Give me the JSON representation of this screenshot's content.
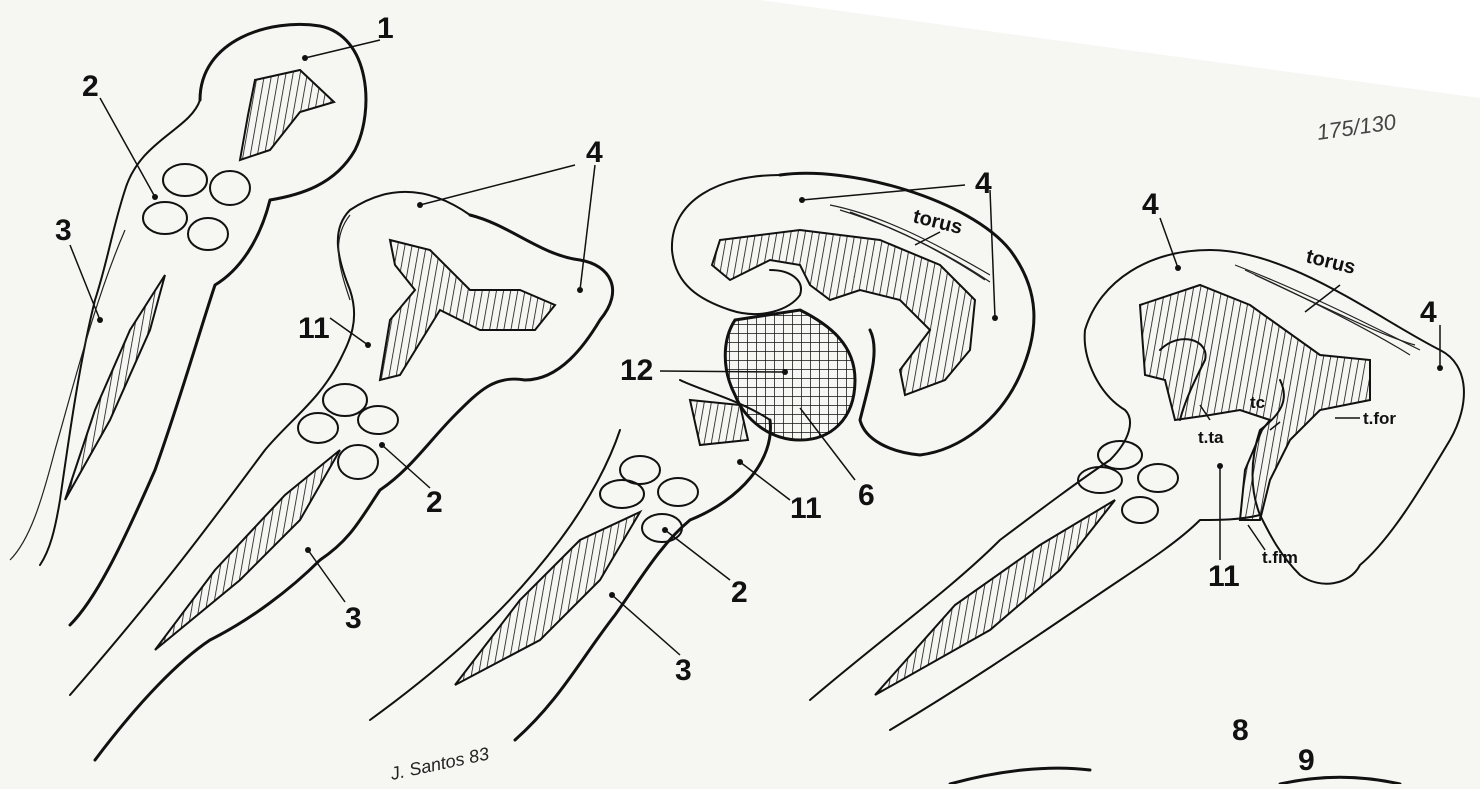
{
  "labels": {
    "n1": "1",
    "n2": "2",
    "n3": "3",
    "n4": "4",
    "n6": "6",
    "n8": "8",
    "n9": "9",
    "n11": "11",
    "n12": "12",
    "torus": "torus",
    "tc": "tc",
    "t_ta": "t.ta",
    "t_for": "t.for",
    "t_fim": "t.fim"
  },
  "annotations": {
    "corner_ref": "175/130",
    "signature": "J. Santos 83"
  }
}
